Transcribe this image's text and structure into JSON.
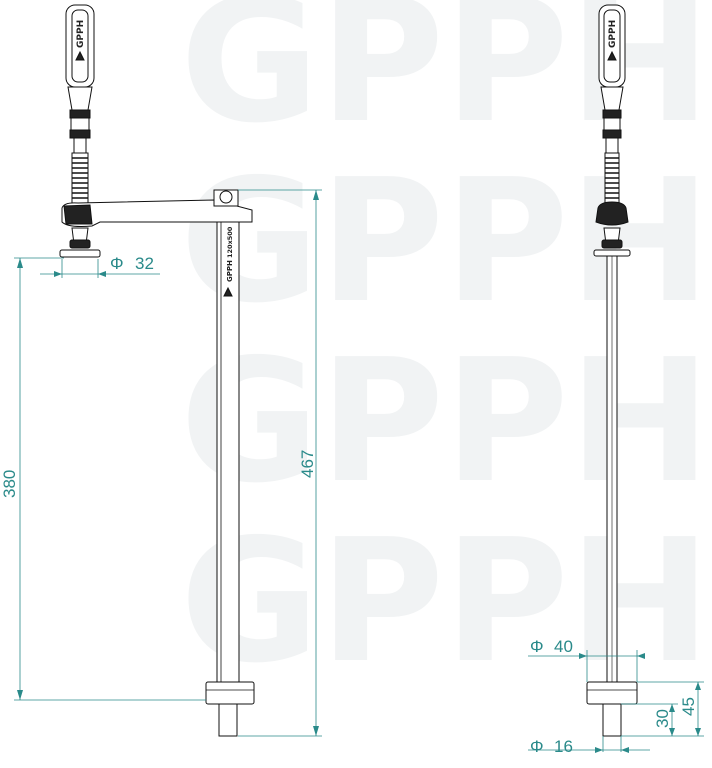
{
  "drawing": {
    "brand_logo": "GPPH",
    "rail_marking": "120x500"
  },
  "dimensions": {
    "pad_diameter": {
      "symbol": "Φ",
      "value": "32"
    },
    "clamping_depth": {
      "value": "380"
    },
    "total_length": {
      "value": "467"
    },
    "collar_diameter": {
      "symbol": "Φ",
      "value": "40"
    },
    "pin_diameter": {
      "symbol": "Φ",
      "value": "16"
    },
    "pin_length": {
      "value": "30"
    },
    "collar_to_end": {
      "value": "45"
    }
  },
  "colors": {
    "dimension": "#2a8a8a",
    "outline": "#111111",
    "watermark": "#f1f3f4"
  }
}
